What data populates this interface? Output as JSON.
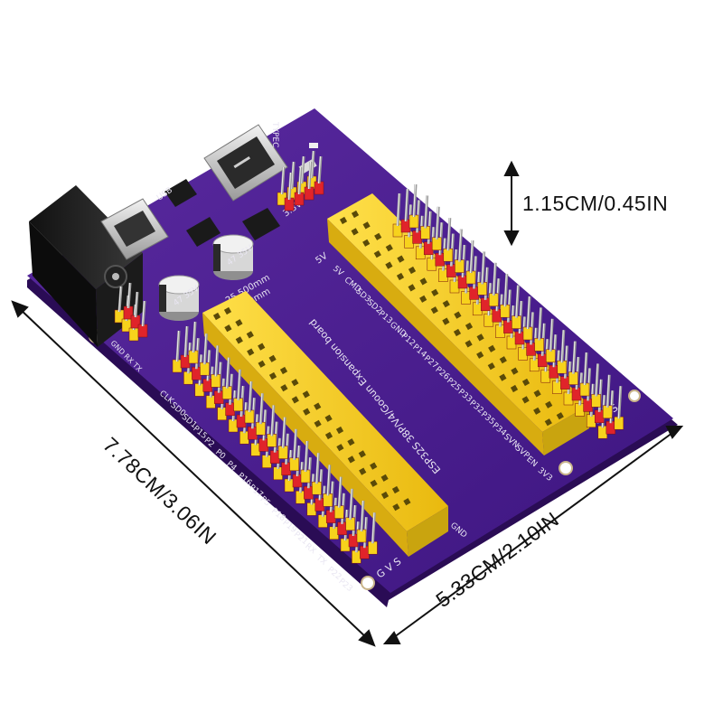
{
  "dimensions": {
    "height": "1.15CM/0.45IN",
    "length": "7.78CM/3.06IN",
    "width": "5.33CM/2.10IN"
  },
  "board": {
    "title": "ESP32S 38P/V4/Gooun Expansion board",
    "measure_outer": "25.500mm",
    "measure_inner": "24.00mm",
    "cap_left": "47 35V",
    "cap_right": "47 35V",
    "marking_typec": "TYPEC",
    "marking_usb": "USB",
    "marking_3v3": "3.3V",
    "marking_5v": "5V",
    "left_pins": [
      "CLK",
      "SD0",
      "SD1",
      "P15",
      "P2",
      "P0",
      "P4",
      "P16",
      "P17",
      "P5",
      "P18",
      "P19",
      "P21",
      "RX",
      "TX",
      "P22",
      "P23"
    ],
    "right_pins": [
      "5V",
      "CMD",
      "SD3",
      "SD2",
      "P13",
      "GND",
      "P12",
      "P14",
      "P27",
      "P26",
      "P25",
      "P33",
      "P32",
      "P35",
      "P34",
      "SVN",
      "SVP",
      "EN",
      "3V3"
    ],
    "gvs": "G V S",
    "gnd": "GND",
    "uart": "GND RX TX"
  },
  "colors": {
    "pcb": "#4a1a8c",
    "pcb_dark": "#33106a",
    "header_yellow": "#f7d21c",
    "header_yellow_dark": "#c9a40f",
    "pin_red": "#e0242a",
    "pin_silver": "#c9c9c9"
  }
}
